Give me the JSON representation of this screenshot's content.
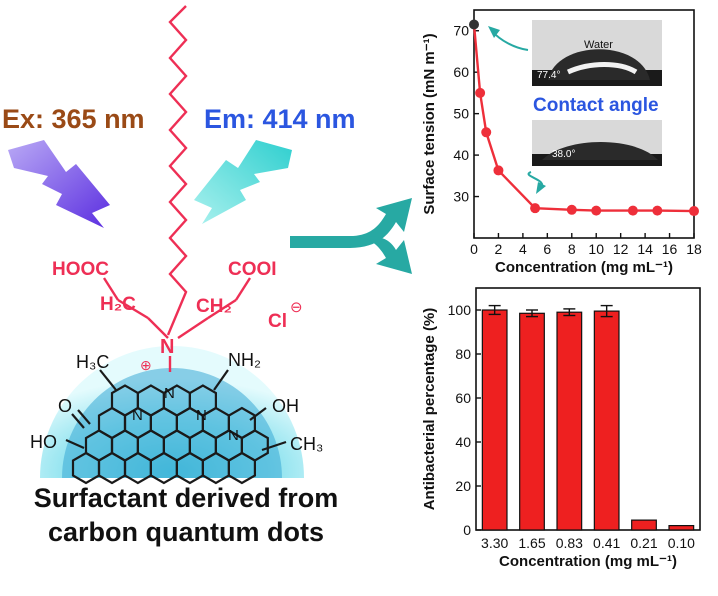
{
  "left": {
    "ex_label": "Ex: 365 nm",
    "em_label": "Em: 414 nm",
    "caption_line1": "Surfactant derived from",
    "caption_line2": "carbon quantum dots",
    "colors": {
      "ex": "#9a4a16",
      "em": "#2b56e0",
      "ex_bolt": "#6a3ee0",
      "em_bolt": "#3fd8d0",
      "chain": "#ee2f55",
      "arrow": "#27a9a3",
      "dot": "#9fe6ef"
    },
    "molecule": {
      "hooc": "HOOC",
      "cooi": "COOI",
      "h2c": "H₂C",
      "ch2": "CH₂",
      "n": "N",
      "cl": "Cl",
      "cl_charge": "⊖",
      "n_charge": "⊕",
      "h3c": "H₃C",
      "nh2": "NH₂",
      "oh": "OH",
      "o": "O",
      "ho": "HO",
      "ch3": "CH₃",
      "ring_n": "N"
    }
  },
  "chart_data": [
    {
      "type": "line",
      "ylabel": "Surface tension (mN m⁻¹)",
      "xlabel": "Concentration (mg mL⁻¹)",
      "xlim": [
        0,
        18
      ],
      "ylim": [
        20,
        75
      ],
      "xticks": [
        0,
        2,
        4,
        6,
        8,
        10,
        12,
        14,
        16,
        18
      ],
      "yticks": [
        30,
        40,
        50,
        60,
        70
      ],
      "x": [
        0,
        0.5,
        1,
        2,
        5,
        8,
        10,
        13,
        15,
        18
      ],
      "y": [
        71.5,
        55,
        45.5,
        36.3,
        27.2,
        26.8,
        26.6,
        26.6,
        26.6,
        26.5
      ],
      "color": "#ee2f3a",
      "annotations": {
        "inset_title": "Contact angle",
        "water": "Water",
        "angle_high": "77.4°",
        "angle_low": "38.0°"
      }
    },
    {
      "type": "bar",
      "ylabel": "Antibacterial percentage (%)",
      "xlabel": "Concentration (mg mL⁻¹)",
      "categories": [
        "3.30",
        "1.65",
        "0.83",
        "0.41",
        "0.21",
        "0.10"
      ],
      "values": [
        100,
        98.5,
        99,
        99.5,
        4.5,
        2
      ],
      "errors": [
        2,
        1.5,
        1.5,
        2.5,
        0,
        0
      ],
      "ylim": [
        0,
        110
      ],
      "yticks": [
        0,
        20,
        40,
        60,
        80,
        100
      ],
      "color": "#ee2020"
    }
  ]
}
